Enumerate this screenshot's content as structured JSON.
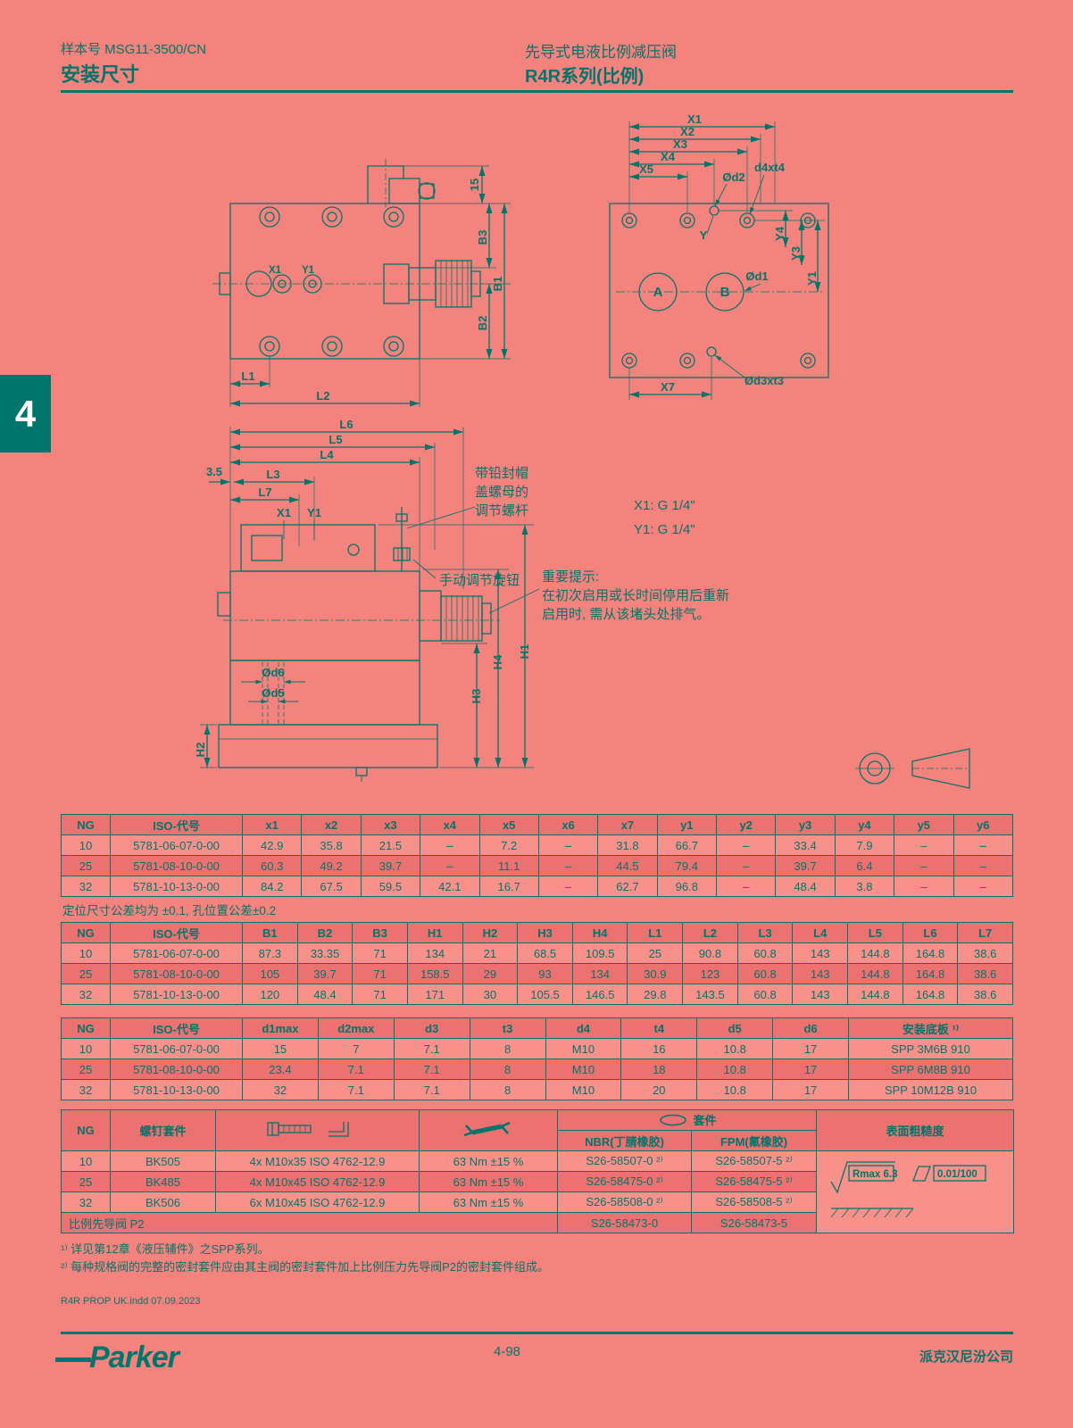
{
  "colors": {
    "background": "#f5837d",
    "ink": "#00756b",
    "row_light": "#f8918a",
    "row_dark": "#eb7270"
  },
  "header": {
    "doc_number": "样本号 MSG11-3500/CN",
    "section_title": "安装尺寸",
    "product_title": "先导式电液比例减压阀",
    "series_title": "R4R系列(比例)"
  },
  "chapter_tab": "4",
  "dims": {
    "n15": "15",
    "n35": "3.5",
    "A": "A",
    "B": "B",
    "B1": "B1",
    "B2": "B2",
    "B3": "B3",
    "L1": "L1",
    "L2": "L2",
    "L3": "L3",
    "L4": "L4",
    "L5": "L5",
    "L6": "L6",
    "L7": "L7",
    "H1": "H1",
    "H2": "H2",
    "H3": "H3",
    "H4": "H4",
    "X1": "X1",
    "X2": "X2",
    "X3": "X3",
    "X4": "X4",
    "X5": "X5",
    "X7": "X7",
    "Y": "Y",
    "Y1": "Y1",
    "Y3": "Y3",
    "Y4": "Y4",
    "d4xt4": "d4xt4",
    "Od1": "Ød1",
    "Od2": "Ød2",
    "Od3xt3": "Ød3xt3",
    "Od5": "Ød5",
    "Od6": "Ød6"
  },
  "annotations": {
    "seal_screw": "带铅封帽\n盖螺母的\n调节螺杆",
    "manual_knob": "手动调节旋钮",
    "port_x1": "X1: G 1/4\"",
    "port_y1": "Y1: G 1/4\"",
    "important": "重要提示:\n在初次启用或长时间停用后重新\n启用时, 需从该堵头处排气。"
  },
  "tables": {
    "t1": {
      "headers": [
        "NG",
        "ISO-代号",
        "x1",
        "x2",
        "x3",
        "x4",
        "x5",
        "x6",
        "x7",
        "y1",
        "y2",
        "y3",
        "y4",
        "y5",
        "y6"
      ],
      "rows": [
        [
          "10",
          "5781-06-07-0-00",
          "42.9",
          "35.8",
          "21.5",
          "–",
          "7.2",
          "–",
          "31.8",
          "66.7",
          "–",
          "33.4",
          "7.9",
          "–",
          "–"
        ],
        [
          "25",
          "5781-08-10-0-00",
          "60.3",
          "49.2",
          "39.7",
          "–",
          "11.1",
          "–",
          "44.5",
          "79.4",
          "–",
          "39.7",
          "6.4",
          "–",
          "–"
        ],
        [
          "32",
          "5781-10-13-0-00",
          "84.2",
          "67.5",
          "59.5",
          "42.1",
          "16.7",
          "–",
          "62.7",
          "96.8",
          "–",
          "48.4",
          "3.8",
          "–",
          "–"
        ]
      ],
      "note": "定位尺寸公差均为 ±0.1, 孔位置公差±0.2"
    },
    "t2": {
      "headers": [
        "NG",
        "ISO-代号",
        "B1",
        "B2",
        "B3",
        "H1",
        "H2",
        "H3",
        "H4",
        "L1",
        "L2",
        "L3",
        "L4",
        "L5",
        "L6",
        "L7"
      ],
      "rows": [
        [
          "10",
          "5781-06-07-0-00",
          "87.3",
          "33.35",
          "71",
          "134",
          "21",
          "68.5",
          "109.5",
          "25",
          "90.8",
          "60.8",
          "143",
          "144.8",
          "164.8",
          "38.6"
        ],
        [
          "25",
          "5781-08-10-0-00",
          "105",
          "39.7",
          "71",
          "158.5",
          "29",
          "93",
          "134",
          "30.9",
          "123",
          "60.8",
          "143",
          "144.8",
          "164.8",
          "38.6"
        ],
        [
          "32",
          "5781-10-13-0-00",
          "120",
          "48.4",
          "71",
          "171",
          "30",
          "105.5",
          "146.5",
          "29.8",
          "143.5",
          "60.8",
          "143",
          "144.8",
          "164.8",
          "38.6"
        ]
      ]
    },
    "t3": {
      "headers": [
        "NG",
        "ISO-代号",
        "d1max",
        "d2max",
        "d3",
        "t3",
        "d4",
        "t4",
        "d5",
        "d6",
        "安装底板 ¹⁾"
      ],
      "rows": [
        [
          "10",
          "5781-06-07-0-00",
          "15",
          "7",
          "7.1",
          "8",
          "M10",
          "16",
          "10.8",
          "17",
          "SPP 3M6B 910"
        ],
        [
          "25",
          "5781-08-10-0-00",
          "23.4",
          "7.1",
          "7.1",
          "8",
          "M10",
          "18",
          "10.8",
          "17",
          "SPP 6M8B 910"
        ],
        [
          "32",
          "5781-10-13-0-00",
          "32",
          "7.1",
          "7.1",
          "8",
          "M10",
          "20",
          "10.8",
          "17",
          "SPP 10M12B 910"
        ]
      ]
    },
    "t4": {
      "col_ng": "NG",
      "col_bolt_kit": "螺钉套件",
      "col_seal_kit": "套件",
      "col_nbr": "NBR(丁腈橡胶)",
      "col_fpm": "FPM(氟橡胶)",
      "col_surface": "表面粗糙度",
      "rows": [
        [
          "10",
          "BK505",
          "4x M10x35  ISO 4762-12.9",
          "63 Nm ±15 %",
          "S26-58507-0 ²⁾",
          "S26-58507-5 ²⁾"
        ],
        [
          "25",
          "BK485",
          "4x M10x45  ISO 4762-12.9",
          "63 Nm ±15 %",
          "S26-58475-0 ²⁾",
          "S26-58475-5 ²⁾"
        ],
        [
          "32",
          "BK506",
          "6x M10x45  ISO 4762-12.9",
          "63 Nm ±15 %",
          "S26-58508-0 ²⁾",
          "S26-58508-5 ²⁾"
        ]
      ],
      "p2_label": "比例先导阀 P2",
      "p2_nbr": "S26-58473-0",
      "p2_fpm": "S26-58473-5",
      "surface_rmax": "Rmax 6.3",
      "surface_flat": "0.01/100"
    }
  },
  "footnotes": {
    "fn1": "¹⁾ 详见第12章《液压辅件》之SPP系列。",
    "fn2": "²⁾ 每种规格阀的完整的密封套件应由其主阀的密封套件加上比例压力先导阀P2的密封套件组成。"
  },
  "footer": {
    "file_info": "R4R PROP UK.indd 07.09.2023",
    "page_number": "4-98",
    "company": "派克汉尼汾公司",
    "logo": "Parker"
  }
}
